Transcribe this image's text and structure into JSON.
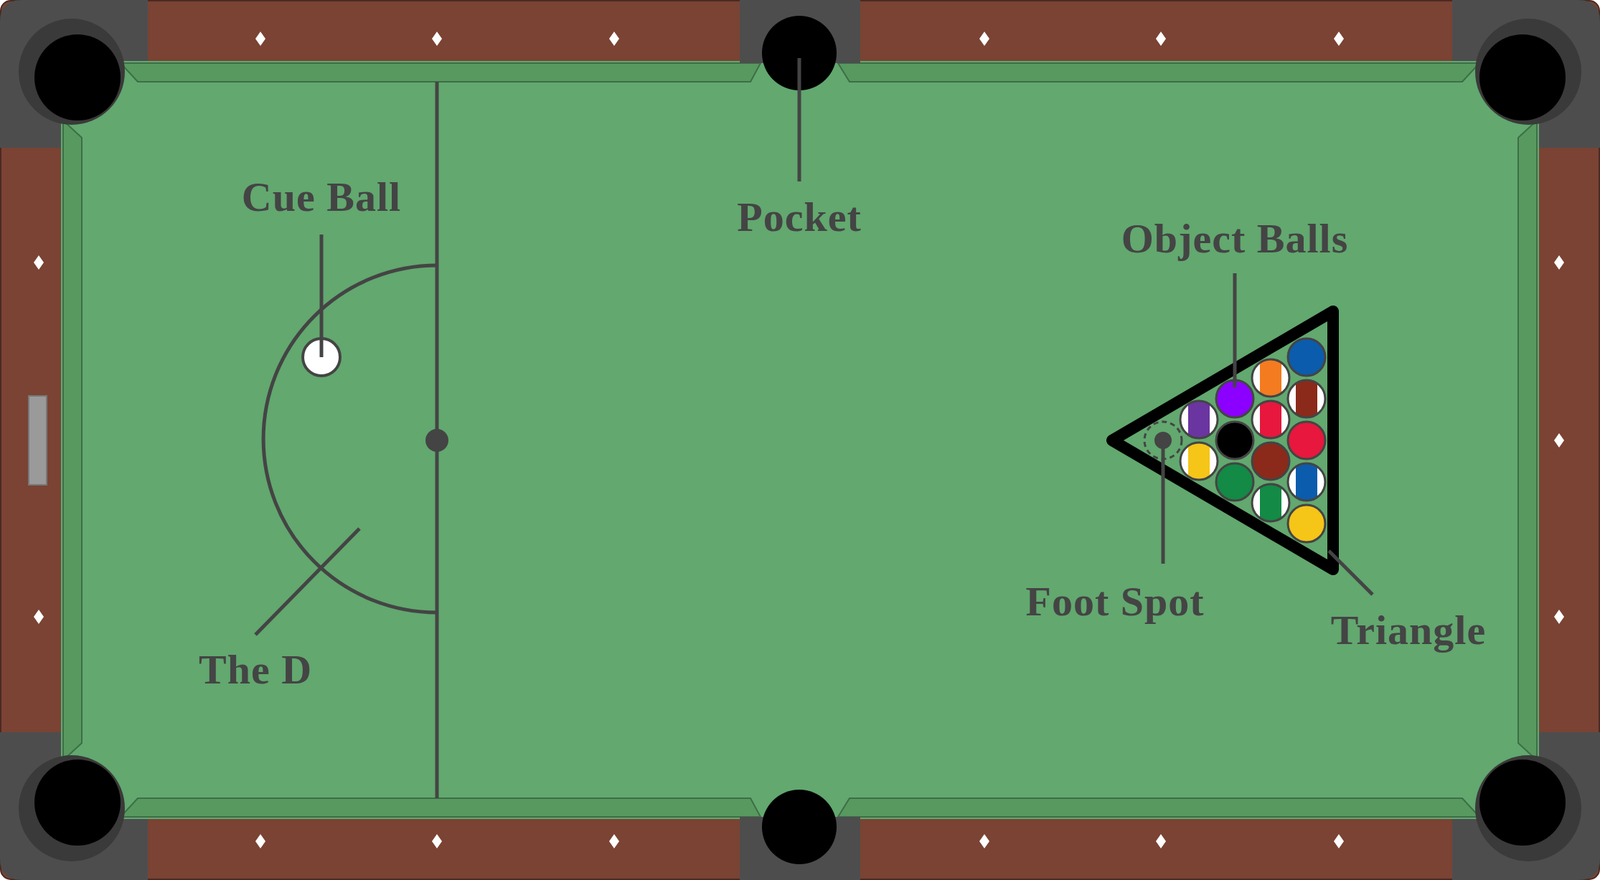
{
  "diagram": {
    "labels": [
      "Cue Ball",
      "Pocket",
      "Object Balls",
      "Foot Spot",
      "Triangle",
      "The D"
    ]
  }
}
